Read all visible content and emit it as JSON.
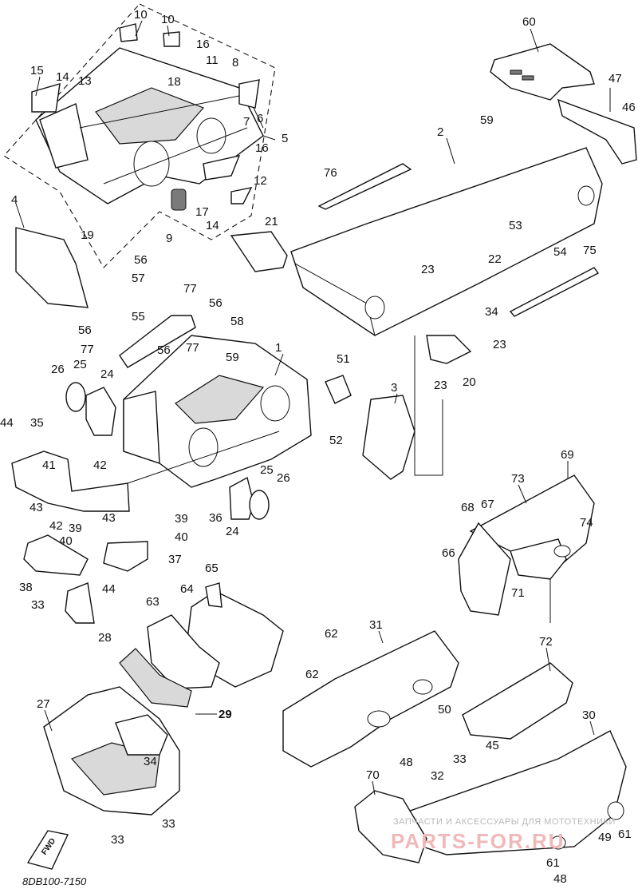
{
  "diagram": {
    "code": "8DB100-7150",
    "fwd_label": "FWD",
    "watermark_line1": "ЗАПЧАСТИ И АКСЕССУАРЫ ДЛЯ МОТОТЕХНИКИ",
    "watermark_line2": "PARTS-FOR.RU",
    "callouts": {
      "c1": "1",
      "c2": "2",
      "c3": "3",
      "c4": "4",
      "c5": "5",
      "c6": "6",
      "c7": "7",
      "c8": "8",
      "c9": "9",
      "c10a": "10",
      "c10b": "10",
      "c11": "11",
      "c12": "12",
      "c13": "13",
      "c14a": "14",
      "c14b": "14",
      "c15": "15",
      "c16a": "16",
      "c16b": "16",
      "c17": "17",
      "c18": "18",
      "c19": "19",
      "c20": "20",
      "c21": "21",
      "c22": "22",
      "c23a": "23",
      "c23b": "23",
      "c23c": "23",
      "c24a": "24",
      "c24b": "24",
      "c25a": "25",
      "c25b": "25",
      "c26a": "26",
      "c26b": "26",
      "c27": "27",
      "c28": "28",
      "c29": "29",
      "c30": "30",
      "c31": "31",
      "c32": "32",
      "c33a": "33",
      "c33b": "33",
      "c33c": "33",
      "c33d": "33",
      "c34a": "34",
      "c34b": "34",
      "c35": "35",
      "c36": "36",
      "c37": "37",
      "c38": "38",
      "c39a": "39",
      "c39b": "39",
      "c40a": "40",
      "c40b": "40",
      "c41": "41",
      "c42a": "42",
      "c42b": "42",
      "c43a": "43",
      "c43b": "43",
      "c44a": "44",
      "c44b": "44",
      "c45": "45",
      "c46": "46",
      "c47": "47",
      "c48a": "48",
      "c48b": "48",
      "c49": "49",
      "c50": "50",
      "c51": "51",
      "c52": "52",
      "c53": "53",
      "c54": "54",
      "c55": "55",
      "c56a": "56",
      "c56b": "56",
      "c56c": "56",
      "c56d": "56",
      "c57": "57",
      "c58": "58",
      "c59a": "59",
      "c59b": "59",
      "c60": "60",
      "c61a": "61",
      "c61b": "61",
      "c62a": "62",
      "c62b": "62",
      "c63": "63",
      "c64": "64",
      "c65": "65",
      "c66": "66",
      "c67": "67",
      "c68": "68",
      "c69": "69",
      "c70": "70",
      "c71": "71",
      "c72": "72",
      "c73": "73",
      "c74": "74",
      "c75": "75",
      "c76": "76",
      "c77a": "77",
      "c77b": "77",
      "c77c": "77"
    }
  }
}
